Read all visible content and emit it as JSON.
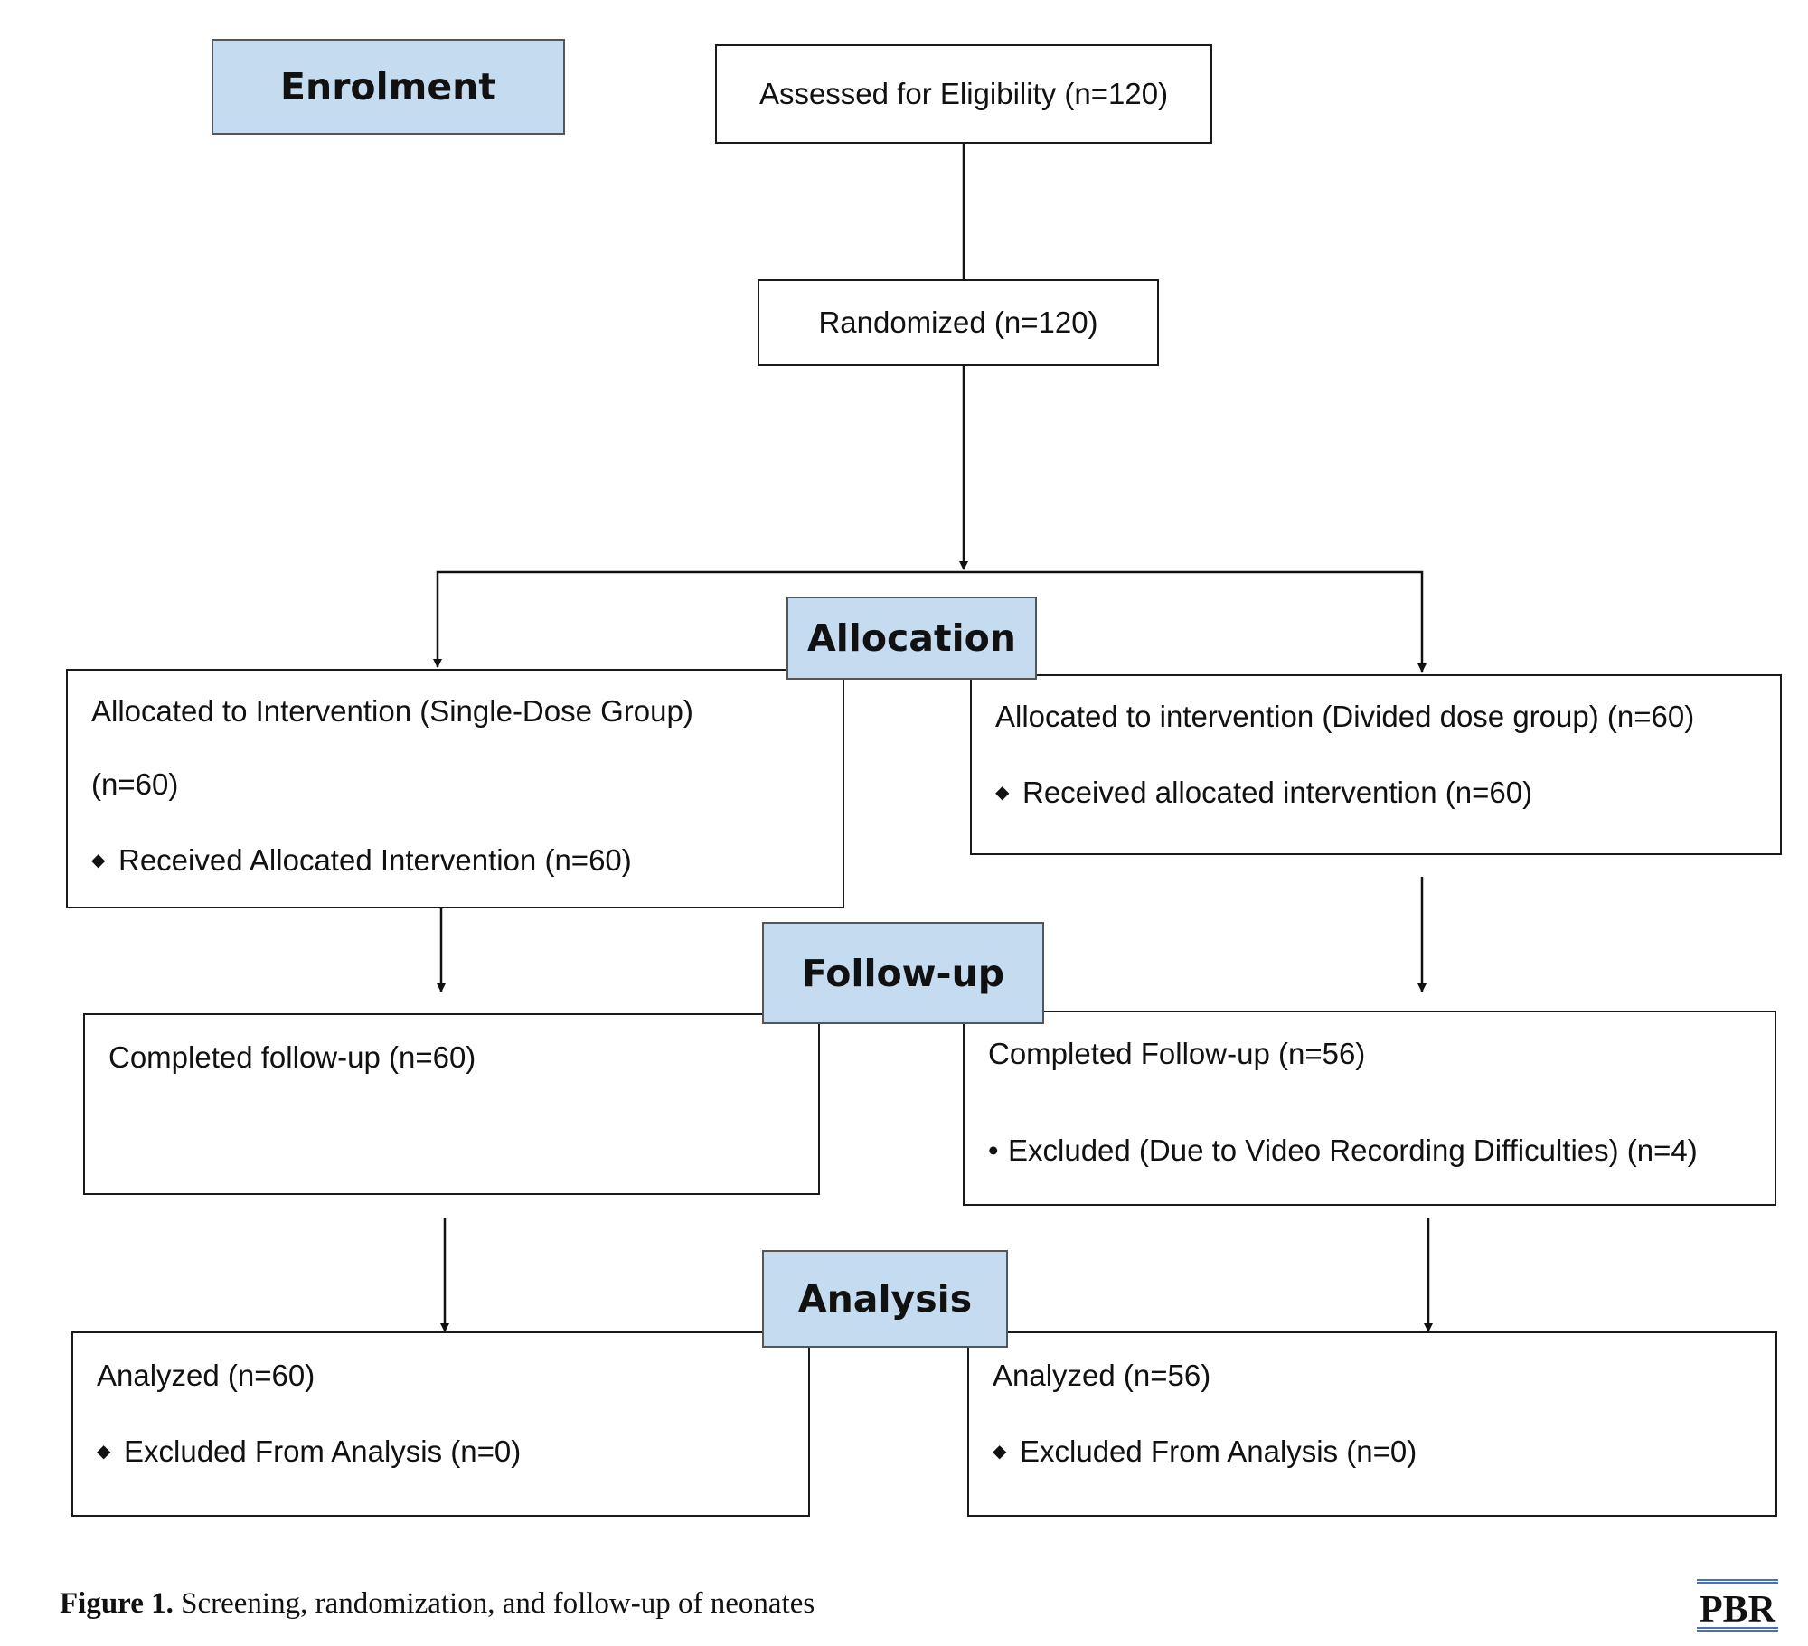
{
  "stages": {
    "enrolment": "Enrolment",
    "allocation": "Allocation",
    "follow_up": "Follow-up",
    "analysis": "Analysis"
  },
  "boxes": {
    "assessed": "Assessed for Eligibility (n=120)",
    "randomized": "Randomized (n=120)",
    "left_allocation": {
      "line1": "Allocated to Intervention (Single-Dose Group)",
      "line2": "(n=60)",
      "line3": "Received Allocated Intervention (n=60)"
    },
    "right_allocation": {
      "line1": "Allocated to intervention (Divided dose group) (n=60)",
      "line2": "Received allocated intervention (n=60)"
    },
    "left_followup": {
      "line1": "Completed follow-up (n=60)"
    },
    "right_followup": {
      "line1": "Completed Follow-up (n=56)",
      "line2": "Excluded (Due to Video Recording Difficulties) (n=4)"
    },
    "left_analysis": {
      "line1": "Analyzed (n=60)",
      "line2": "Excluded From Analysis (n=0)"
    },
    "right_analysis": {
      "line1": "Analyzed (n=56)",
      "line2": "Excluded From Analysis (n=0)"
    }
  },
  "caption": {
    "label": "Figure 1.",
    "text": " Screening, randomization, and follow-up of neonates"
  },
  "logo": "PBR",
  "colors": {
    "stage_fill": "#c5dbf0",
    "logo_rule": "#4a72b8"
  }
}
